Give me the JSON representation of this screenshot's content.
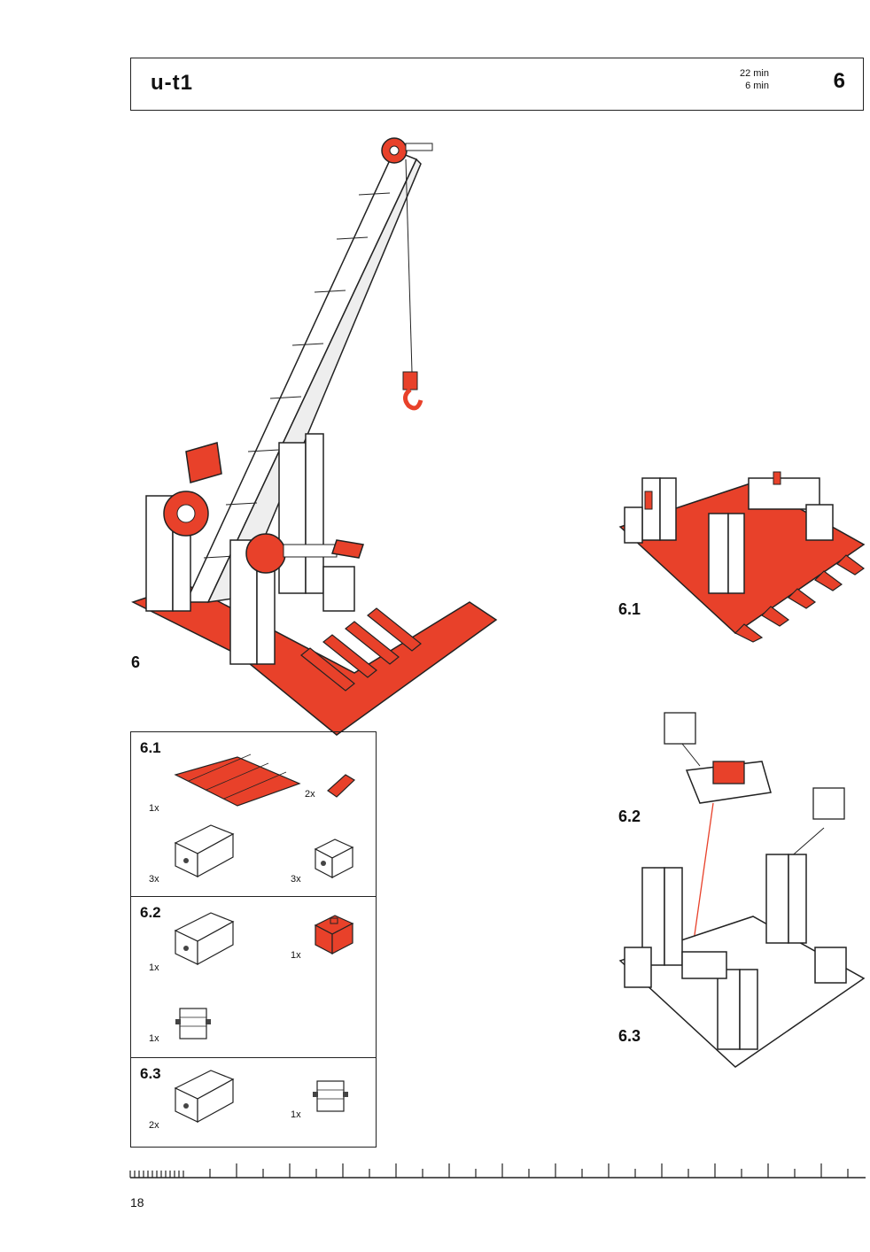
{
  "header": {
    "title": "u-t1",
    "time_line1": "22 min",
    "time_line2": "6 min",
    "step_number": "6"
  },
  "figures": {
    "main_label": "6",
    "fig61_label": "6.1",
    "fig62_label": "6.2",
    "fig63_label": "6.3"
  },
  "parts_list": {
    "sections": [
      {
        "label": "6.1",
        "items": [
          {
            "qty": "1x",
            "icon": "red-baseplate"
          },
          {
            "qty": "2x",
            "icon": "red-small-block"
          },
          {
            "qty": "3x",
            "icon": "white-building-block-30"
          },
          {
            "qty": "3x",
            "icon": "white-building-block-15"
          }
        ]
      },
      {
        "label": "6.2",
        "items": [
          {
            "qty": "1x",
            "icon": "white-building-block-30"
          },
          {
            "qty": "1x",
            "icon": "red-angle-block"
          },
          {
            "qty": "1x",
            "icon": "white-building-block-with-pins"
          }
        ]
      },
      {
        "label": "6.3",
        "items": [
          {
            "qty": "2x",
            "icon": "white-building-block-30"
          },
          {
            "qty": "1x",
            "icon": "white-building-block-with-pins"
          }
        ]
      }
    ]
  },
  "footer": {
    "page_number": "18"
  },
  "colors": {
    "accent_red": "#e8412a",
    "line": "#222222",
    "part_white": "#ffffff"
  }
}
